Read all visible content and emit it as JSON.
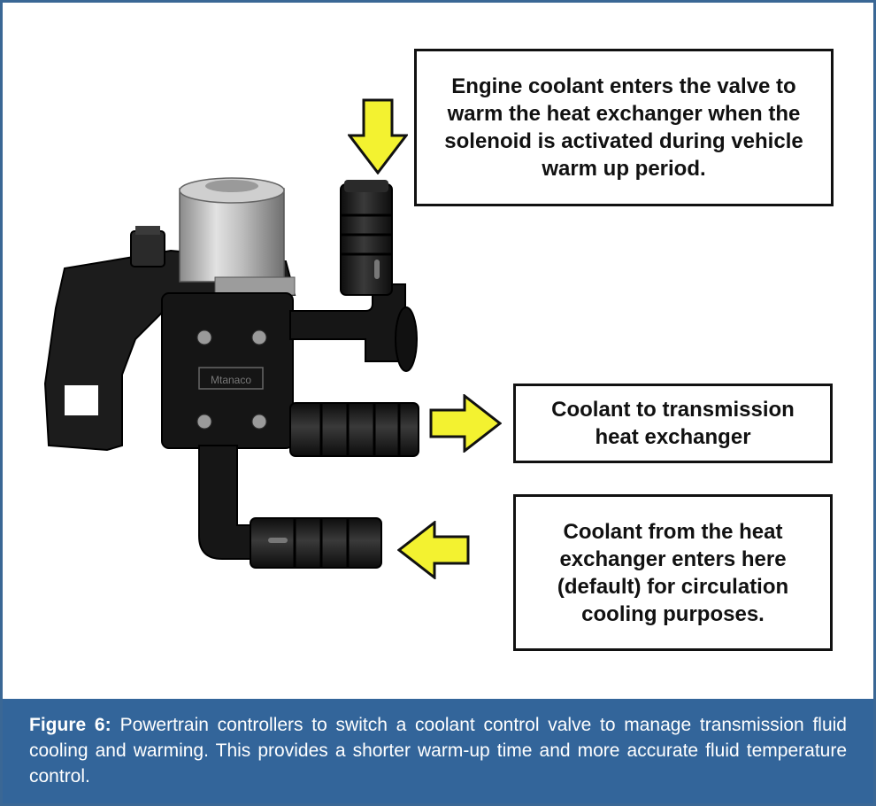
{
  "callouts": {
    "top": "Engine coolant enters the valve to warm the heat exchanger when the solenoid is activated during vehicle warm up period.",
    "middle": "Coolant to transmission heat exchanger",
    "bottom": "Coolant from the heat exchanger enters here (default) for circulation cooling purposes."
  },
  "valve": {
    "label": "Mtanaco"
  },
  "caption": {
    "label": "Figure 6:",
    "text": "Powertrain controllers to switch a coolant control valve to manage transmission fluid cooling and warming. This provides a shorter warm-up time and more accurate fluid temperature control."
  },
  "colors": {
    "frame": "#3a6795",
    "caption_bg": "#33659a",
    "arrow_fill": "#f3f230",
    "valve_body": "#1a1a1a"
  },
  "icons": {
    "arrows": [
      "arrow-down-icon",
      "arrow-right-icon",
      "arrow-left-icon"
    ]
  }
}
